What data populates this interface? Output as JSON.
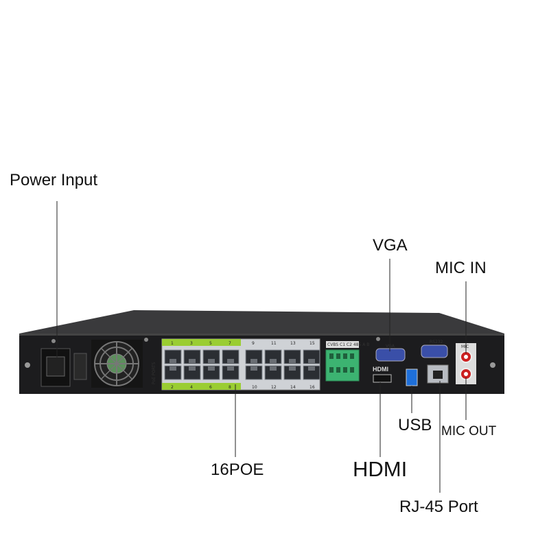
{
  "labels": {
    "power_input": "Power Input",
    "vga": "VGA",
    "mic_in": "MIC IN",
    "usb": "USB",
    "mic_out": "MIC OUT",
    "poe": "16POE",
    "hdmi": "HDMI",
    "rj45": "RJ-45 Port"
  },
  "panel_text": {
    "poe_ports": "PoE PORTS",
    "vga_small": "VGA",
    "rs232": "RS232",
    "hdmi_logo": "HDMI",
    "audio": "MIC",
    "alarm": "CVBS C1 C2 485 A B"
  },
  "poe_top_numbers": [
    "1",
    "3",
    "5",
    "7",
    "9",
    "11",
    "13",
    "15"
  ],
  "poe_bottom_numbers": [
    "2",
    "4",
    "6",
    "8",
    "10",
    "12",
    "14",
    "16"
  ],
  "colors": {
    "chassis": "#1c1c1e",
    "panel": "#2a2a2c",
    "poe_green": "#9acd32",
    "terminal_green": "#3cb371",
    "usb_blue": "#1e6fd9"
  }
}
